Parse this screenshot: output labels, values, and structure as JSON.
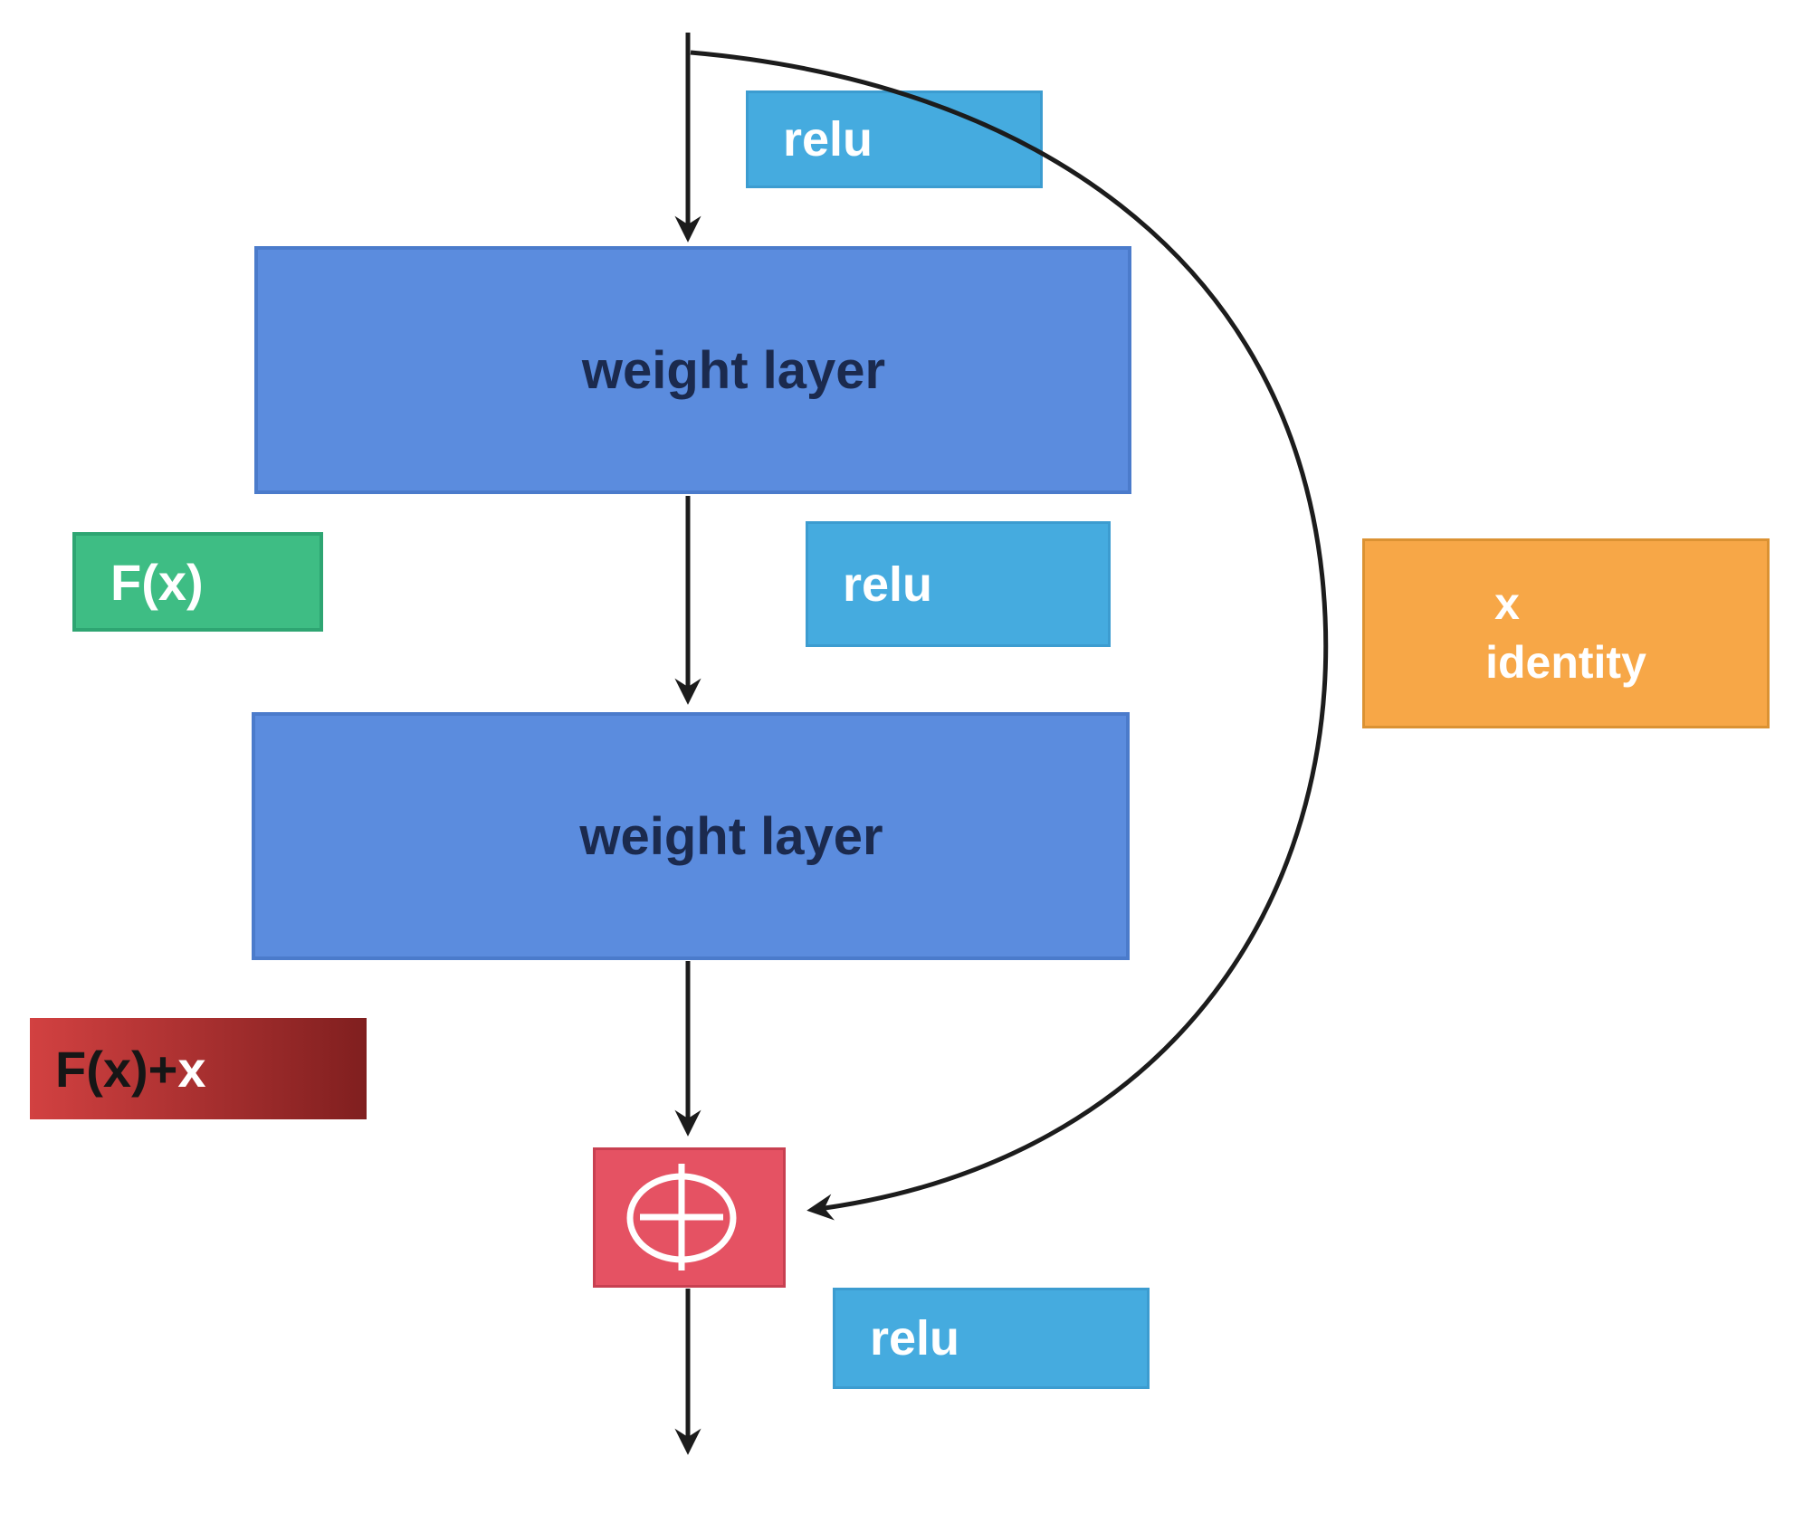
{
  "diagram_type": "resnet-residual-block",
  "nodes": {
    "relu_top": {
      "label": "relu"
    },
    "weight_layer_1": {
      "label": "weight layer"
    },
    "relu_mid": {
      "label": "relu"
    },
    "fx": {
      "label": "F(x)"
    },
    "weight_layer_2": {
      "label": "weight layer"
    },
    "fxx": {
      "label_prefix": "F(x)+",
      "label_suffix": "x"
    },
    "sum": {
      "icon": "plus-circle-icon"
    },
    "relu_bottom": {
      "label": "relu"
    },
    "identity": {
      "line1": "x",
      "line2": "identity"
    }
  },
  "edges": [
    {
      "name": "input-arrow",
      "from": "input",
      "to": "weight_layer_1"
    },
    {
      "name": "between-layers-arrow",
      "from": "weight_layer_1",
      "to": "weight_layer_2"
    },
    {
      "name": "to-sum-arrow",
      "from": "weight_layer_2",
      "to": "sum"
    },
    {
      "name": "output-arrow",
      "from": "sum",
      "to": "output"
    },
    {
      "name": "skip-connection",
      "from": "input",
      "to": "sum"
    }
  ],
  "colors": {
    "canvas-bg": "#ffffff",
    "arrow": "#1c1c1c",
    "relu-fill": "#45abdf",
    "relu-border": "#3c9cd0",
    "relu-text": "#ffffff",
    "weight-fill": "#5b8cde",
    "weight-border": "#4b7bcb",
    "weight-text": "#1b2a4e",
    "fx-fill": "#3ebd84",
    "fx-border": "#2ea572",
    "fx-text": "#ffffff",
    "fxx-fill-left": "#d24141",
    "fxx-fill-right": "#801f1f",
    "fxx-text-dark": "#161616",
    "fxx-text-light": "#ffffff",
    "sum-fill": "#e55263",
    "sum-border": "#c84051",
    "sum-glyph": "#ffffff",
    "identity-fill": "#f7a747",
    "identity-border": "#db9233",
    "identity-text": "#ffffff"
  }
}
